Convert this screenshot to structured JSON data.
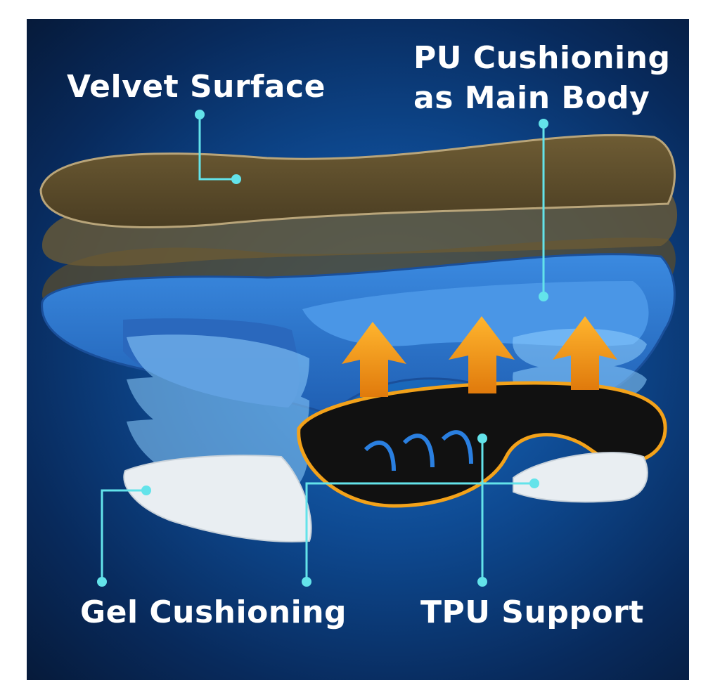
{
  "labels": {
    "velvet_surface": "Velvet Surface",
    "pu_line1": "PU Cushioning",
    "pu_line2": "as Main Body",
    "gel_cushioning": "Gel Cushioning",
    "tpu_support": "TPU Support"
  },
  "colors": {
    "callout": "#63e3ea",
    "background": "#0e4a92",
    "velvet": "#6b5a36",
    "pu": "#2f7fd6",
    "tpu": "#111111",
    "arrow": "#f39a1a"
  }
}
